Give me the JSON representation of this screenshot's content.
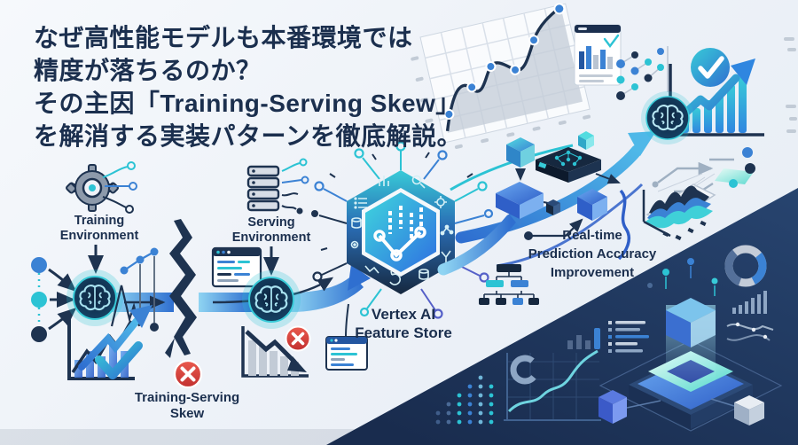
{
  "title": {
    "line1": "なぜ高性能モデルも本番環境では",
    "line2": "精度が落ちるのか？",
    "line3": "その主因「Training-Serving Skew」",
    "line4": "を解消する実装パターンを徹底解説。"
  },
  "labels": {
    "training_env": {
      "line1": "Training",
      "line2": "Environment"
    },
    "serving_env": {
      "line1": "Serving",
      "line2": "Environment"
    },
    "skew": {
      "line1": "Training-Serving",
      "line2": "Skew"
    },
    "feature_store": {
      "line1": "Vertex AI",
      "line2": "Feature Store"
    },
    "realtime": {
      "line1": "Real-time",
      "line2": "Prediction Accuracy",
      "line3": "Improvement"
    }
  },
  "palette": {
    "navy": "#1b2f4e",
    "dark_panel": "#1d3357",
    "blue": "#3b82d4",
    "teal": "#2cc3d4",
    "light_bg": "#eef2f8",
    "red": "#d83a3a",
    "white": "#ffffff"
  },
  "icons": [
    "gear-circuit-icon",
    "server-circuit-icon",
    "brain-node-icon",
    "crack-icon",
    "error-x-icon",
    "check-badge-icon",
    "feature-store-hexagon-icon",
    "code-window-icon",
    "flowchart-icon",
    "line-chart-icon",
    "bar-chart-up-icon",
    "bar-chart-down-icon",
    "ridge-chart-icon",
    "donut-chart-icon",
    "isometric-platform-icon",
    "cube-icon",
    "chip-icon",
    "dot-matrix-icon"
  ]
}
